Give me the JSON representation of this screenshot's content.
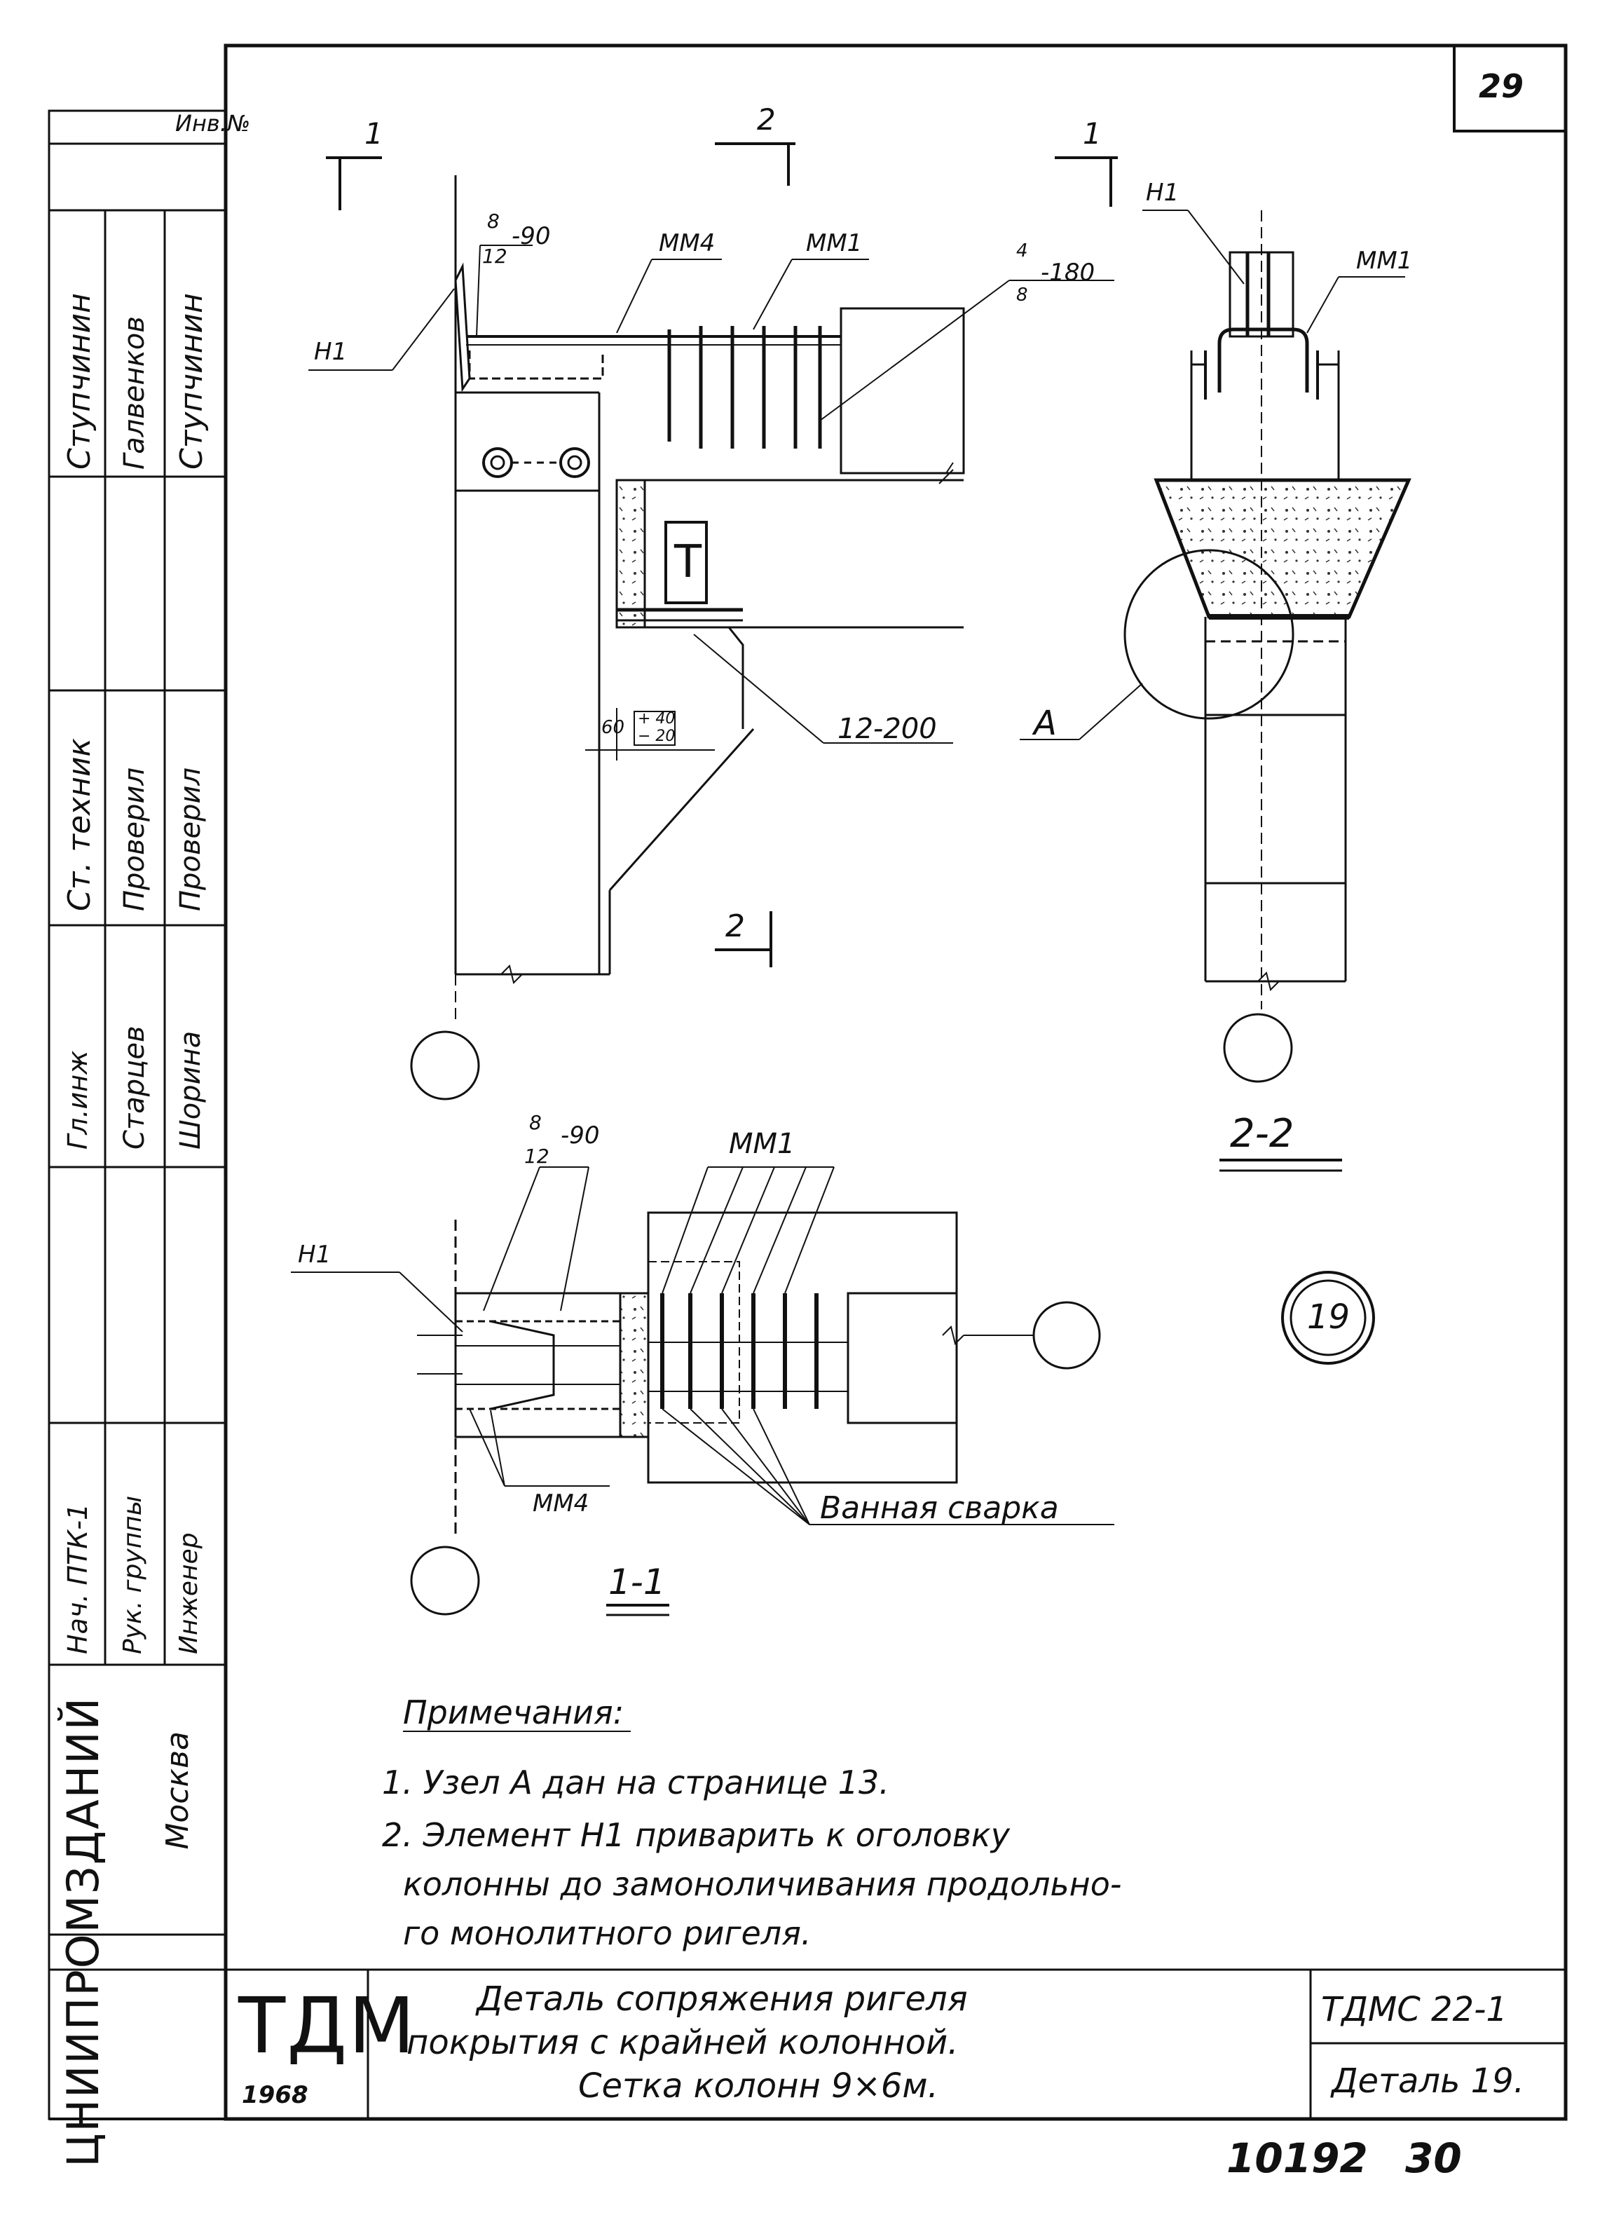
{
  "sheet": {
    "page_number": "29",
    "archive_number": "10192",
    "archive_page": "30"
  },
  "stamp_left": {
    "inv_label": "Инв.№",
    "column_a": [
      "Ступчинин",
      "Ст. техник",
      "Гл.инж",
      "Нач. ПТК-1"
    ],
    "column_b": [
      "Галвенков",
      "Проверил",
      "Старцев",
      "Рук. группы"
    ],
    "column_c": [
      "Ступчинин",
      "Проверил",
      "Шорина",
      "Инженер"
    ],
    "org_name": "ЦНИИПРОМЗДАНИЙ",
    "city": "Москва"
  },
  "drawing": {
    "section_marks": {
      "top_left": "1",
      "top_center": "2",
      "top_right": "1",
      "bottom_center": "2"
    },
    "labels": {
      "n1_a": "Н1",
      "n1_b": "Н1",
      "n1_c": "Н1",
      "mm4_a": "ММ4",
      "mm4_b": "ММ4",
      "mm1_a": "ММ1",
      "mm1_b": "ММ1",
      "mm1_c": "ММ1",
      "spacing_a_num": "8",
      "spacing_a_den": "12",
      "spacing_a_step": "-90",
      "spacing_b_num": "4",
      "spacing_b_den": "8",
      "spacing_b_step": "-180",
      "spacing_c_num": "8",
      "spacing_c_den": "12",
      "spacing_c_step": "-90",
      "spacing_d": "12-200",
      "dim_60": "60",
      "dim_plus": "+ 40",
      "dim_minus": "− 20",
      "node_a": "A",
      "section_22": "2-2",
      "section_11": "1-1",
      "welding": "Ванная сварка",
      "detail_number": "19",
      "t_symbol": "Т"
    }
  },
  "notes": {
    "title": "Примечания:",
    "line1": "1. Узел А дан на странице 13.",
    "line2": "2. Элемент  Н1  приварить к оголовку",
    "line3": "колонны до замоноличивания продольно-",
    "line4": "го монолитного ригеля."
  },
  "title_block": {
    "logo": "ТДМ",
    "year": "1968",
    "title_line1": "Деталь сопряжения ригеля",
    "title_line2": "покрытия с крайней колонной.",
    "title_line3": "Сетка колонн 9×6м.",
    "doc_code": "ТДМС 22-1",
    "detail": "Деталь 19."
  },
  "colors": {
    "ink": "#111111",
    "paper": "#ffffff"
  }
}
